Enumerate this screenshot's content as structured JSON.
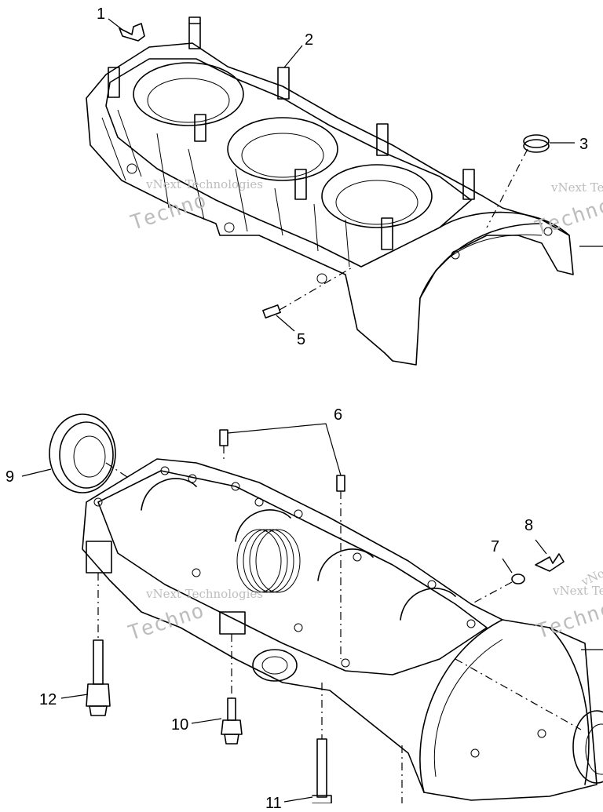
{
  "callouts": {
    "c1": "1",
    "c2": "2",
    "c3": "3",
    "c5": "5",
    "c6": "6",
    "c7": "7",
    "c8": "8",
    "c9": "9",
    "c10": "10",
    "c11": "11",
    "c12": "12"
  },
  "watermark": {
    "company": "vNext Technologies",
    "fragment_vnext": "vNext Te",
    "fragment_techno": "Technc",
    "fragment_techno2": "Techno",
    "fragment_vn": "vNo"
  }
}
